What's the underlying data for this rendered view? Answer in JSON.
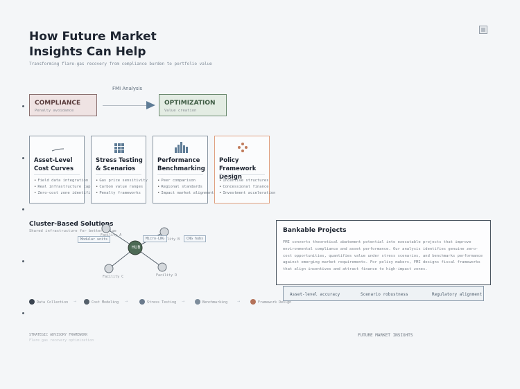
{
  "header": {
    "title_line1": "How Future Market",
    "title_line2": "Insights Can Help",
    "subtitle": "Transforming flare-gas recovery from compliance burden to portfolio value"
  },
  "transition": {
    "label": "FMI Analysis",
    "from": {
      "title": "COMPLIANCE",
      "sub": "Penalty avoidance"
    },
    "to": {
      "title": "OPTIMIZATION",
      "sub": "Value creation"
    }
  },
  "cards": [
    {
      "title1": "Asset-Level",
      "title2": "Cost Curves",
      "icon": "curve-icon",
      "items": [
        "Field data integration",
        "Real infrastructure caps",
        "Zero-cost zone identification"
      ]
    },
    {
      "title1": "Stress Testing",
      "title2": "& Scenarios",
      "icon": "grid-icon",
      "items": [
        "Gas price sensitivity",
        "Carbon value ranges",
        "Penalty frameworks"
      ]
    },
    {
      "title1": "Performance",
      "title2": "Benchmarking",
      "icon": "bar-chart-icon",
      "items": [
        "Peer comparison",
        "Regional standards",
        "Impact market alignment"
      ]
    },
    {
      "title1": "Policy",
      "title2": "Framework Design",
      "icon": "diamond-dots-icon",
      "items": [
        "Incentive structures",
        "Concessional finance",
        "Investment acceleration"
      ]
    }
  ],
  "cluster": {
    "title": "Cluster-Based Solutions",
    "sub": "Shared infrastructure for better value",
    "hub": "HUB",
    "facilities": [
      "Facility A",
      "Facility B",
      "Facility C",
      "Facility D"
    ],
    "tags": [
      "Modular units",
      "Micro-LNG",
      "CNG hubs"
    ]
  },
  "bankable": {
    "title": "Bankable Projects",
    "body": "FMI converts theoretical abatement potential into executable projects that improve environmental compliance and asset performance. Our analysis identifies genuine zero-cost opportunities, quantifies value under stress scenarios, and benchmarks performance against emerging market requirements. For policy makers, FMI designs fiscal frameworks that align incentives and attract finance to high-impact zones.",
    "pills": [
      "Asset-level accuracy",
      "Scenario robustness",
      "Regulatory alignment"
    ]
  },
  "flow": [
    {
      "label": "Data Collection",
      "color": "#3a4450"
    },
    {
      "label": "Cost Modeling",
      "color": "#55606b"
    },
    {
      "label": "Stress Testing",
      "color": "#6a7a8c"
    },
    {
      "label": "Benchmarking",
      "color": "#7d8c9b"
    },
    {
      "label": "Framework Design",
      "color": "#b4725a"
    }
  ],
  "footer": {
    "left1": "STRATEGIC ADVISORY FRAMEWORK",
    "left2": "Flare gas recovery optimization",
    "right": "FUTURE MARKET INSIGHTS"
  },
  "colors": {
    "compliance": "#efe3e3",
    "optimization": "#e3ece3",
    "policy_border": "#e0a080",
    "hub": "#4d6a55"
  }
}
